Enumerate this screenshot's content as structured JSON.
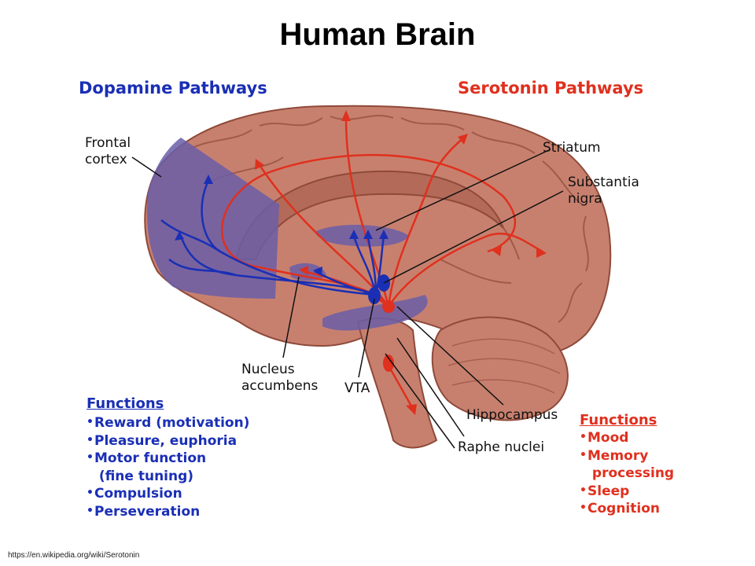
{
  "title": "Human Brain",
  "headers": {
    "dopamine": "Dopamine Pathways",
    "serotonin": "Serotonin Pathways"
  },
  "labels": {
    "frontal_1": "Frontal",
    "frontal_2": "cortex",
    "striatum": "Striatum",
    "substantia_1": "Substantia",
    "substantia_2": "nigra",
    "nucleus_1": "Nucleus",
    "nucleus_2": "accumbens",
    "vta": "VTA",
    "hippocampus": "Hippocampus",
    "raphe": "Raphe nuclei"
  },
  "dopamine_functions": {
    "title": "Functions",
    "items": [
      "Reward (motivation)",
      "Pleasure, euphoria",
      "Motor function",
      " (fine tuning)",
      "Compulsion",
      "Perseveration"
    ]
  },
  "serotonin_functions": {
    "title": "Functions",
    "items": [
      "Mood",
      "Memory",
      " processing",
      "Sleep",
      "Cognition"
    ]
  },
  "source": "https://en.wikipedia.org/wiki/Serotonin",
  "colors": {
    "dopamine": "#1a2fb5",
    "serotonin": "#e0301e",
    "brain": "#c8806e",
    "brain_dark": "#8f4a3a",
    "highlight": "#6a5ea8"
  }
}
